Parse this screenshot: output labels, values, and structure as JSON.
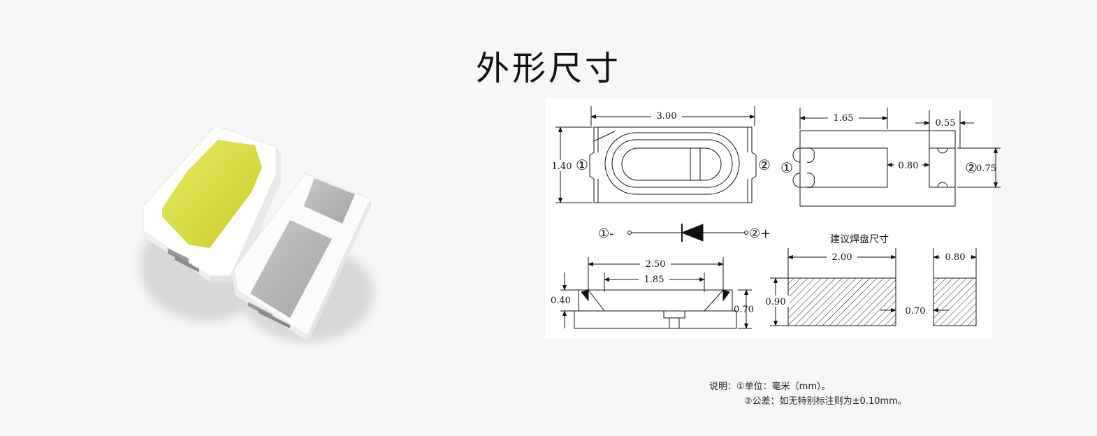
{
  "title": "外形尺寸",
  "drawing": {
    "dims": {
      "len_3_00": "3.00",
      "w_1_40": "1.40",
      "d_1_65": "1.65",
      "d_0_55": "0.55",
      "d_0_80a": "0.80",
      "d_0_75": "0.75",
      "d_2_50": "2.50",
      "d_1_85": "1.85",
      "d_0_40": "0.40",
      "d_0_70a": "0.70",
      "d_0_90": "0.90",
      "d_2_00": "2.00",
      "d_0_70b": "0.70",
      "d_0_80b": "0.80"
    },
    "pins": {
      "p1": "①",
      "p2": "②",
      "minus": "①-",
      "plus": "②+"
    },
    "pad_title": "建议焊盘尺寸"
  },
  "notes": {
    "line1": "说明：①单位：毫米（mm）。",
    "line2": "②公差：如无特别标注则为±0.10mm。"
  },
  "colors": {
    "background": "#f6f6f6",
    "phosphor": "#d6dc3a",
    "pad_metal": "#b4b4b4",
    "body_white": "#fcfcfc"
  }
}
